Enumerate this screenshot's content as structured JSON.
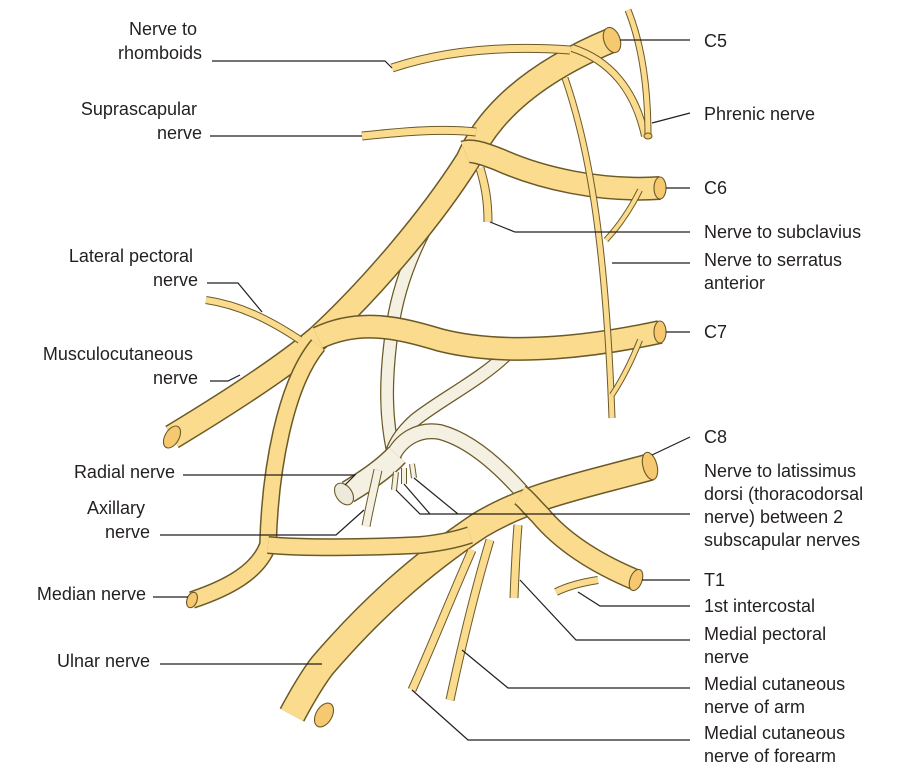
{
  "colors": {
    "nerve_fill": "#fbdb8e",
    "nerve_outline": "#6b5a28",
    "posterior_fill": "#f4f1e2",
    "cut_end": "#f6c870",
    "text": "#231f20"
  },
  "labels": {
    "nerve_to_rhomboids": [
      "Nerve to",
      "rhomboids"
    ],
    "suprascapular_nerve": [
      "Suprascapular",
      "nerve"
    ],
    "lateral_pectoral_nerve": [
      "Lateral pectoral",
      "nerve"
    ],
    "musculocutaneous_nerve": [
      "Musculocutaneous",
      "nerve"
    ],
    "radial_nerve": [
      "Radial nerve"
    ],
    "axillary_nerve": [
      "Axillary",
      "nerve"
    ],
    "median_nerve": [
      "Median nerve"
    ],
    "ulnar_nerve": [
      "Ulnar nerve"
    ],
    "c5": [
      "C5"
    ],
    "phrenic_nerve": [
      "Phrenic nerve"
    ],
    "c6": [
      "C6"
    ],
    "nerve_to_subclavius": [
      "Nerve to subclavius"
    ],
    "nerve_to_serratus_anterior": [
      "Nerve to serratus",
      "anterior"
    ],
    "c7": [
      "C7"
    ],
    "c8": [
      "C8"
    ],
    "nerve_to_latissimus_dorsi": [
      "Nerve to latissimus",
      "dorsi (thoracodorsal",
      "nerve) between 2",
      "subscapular nerves"
    ],
    "t1": [
      "T1"
    ],
    "first_intercostal": [
      "1st intercostal"
    ],
    "medial_pectoral_nerve": [
      "Medial pectoral",
      "nerve"
    ],
    "medial_cutaneous_nerve_of_arm": [
      "Medial cutaneous",
      "nerve of arm"
    ],
    "medial_cutaneous_nerve_of_forearm": [
      "Medial cutaneous",
      "nerve of forearm"
    ]
  }
}
